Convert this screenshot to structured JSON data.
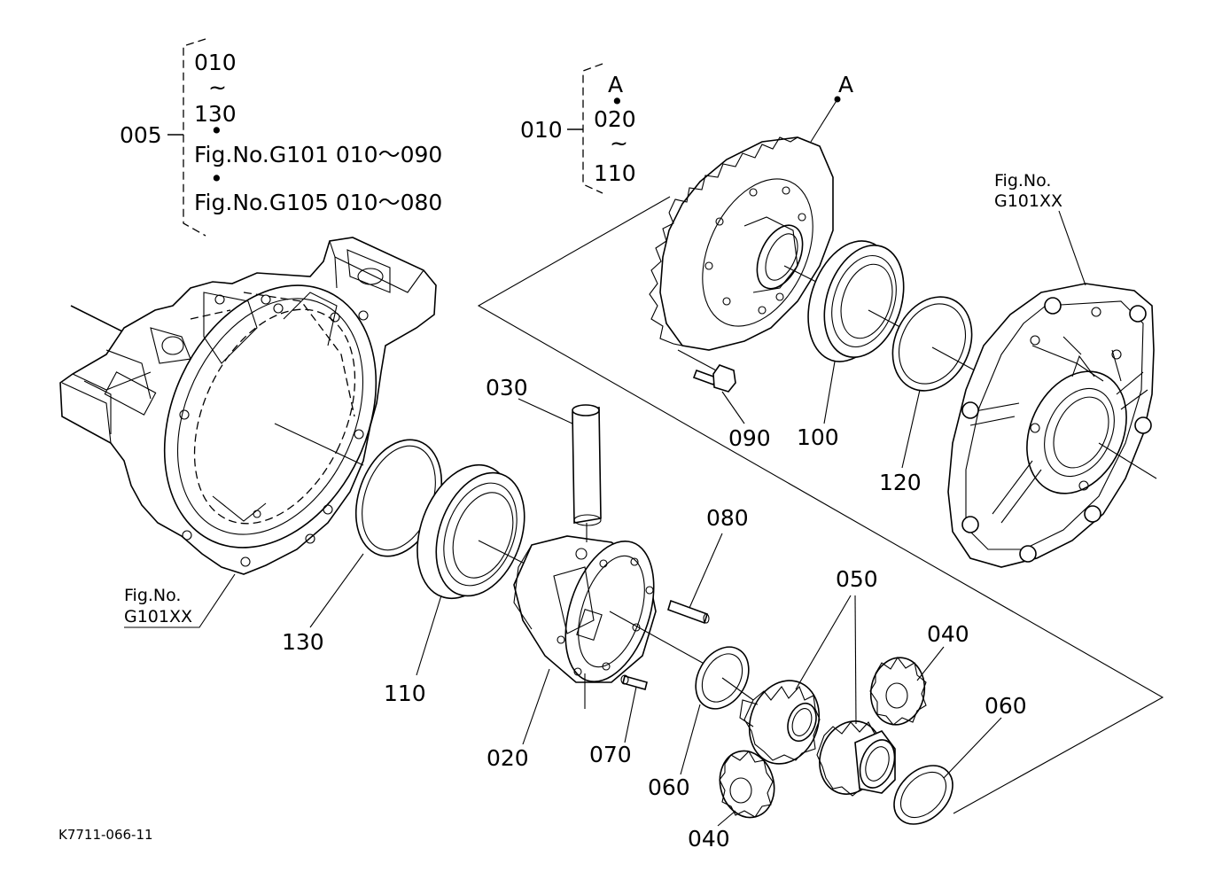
{
  "assembly_groups": {
    "left": {
      "part": "005",
      "start": "010",
      "tilde": "~",
      "end": "130",
      "dot": "•",
      "ref1": "Fig.No.G101  010～090",
      "ref2": "Fig.No.G105  010～080"
    },
    "right": {
      "part": "010",
      "start": "A",
      "dot": "•",
      "mid": "020",
      "tilde": "~",
      "end": "110"
    }
  },
  "callouts": {
    "ring_gear": "A",
    "pin_shaft": "030",
    "bolt": "090",
    "bearing_right": "100",
    "shim_right": "120",
    "spring_pin": "080",
    "pinion_shaft_gears": "050",
    "bevel_pinion_top": "040",
    "washer_far_right": "060",
    "bevel_pinion_bottom": "040",
    "washer_center": "060",
    "set_pin": "070",
    "diff_case": "020",
    "bearing_left": "110",
    "shim_left": "130"
  },
  "figure_refs": {
    "right_cover": {
      "line1": "Fig.No.",
      "line2": "G101XX"
    },
    "left_case": {
      "line1": "Fig.No.",
      "line2": "G101XX"
    }
  },
  "drawing_number": "K7711-066-11"
}
